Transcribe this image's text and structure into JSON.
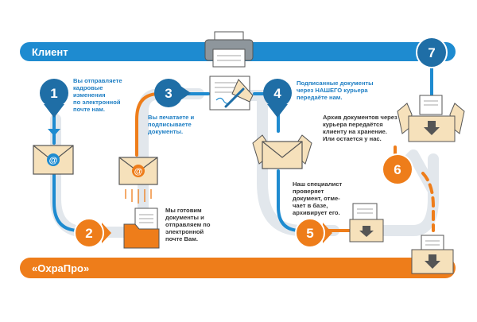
{
  "bars": {
    "client": {
      "label": "Клиент",
      "color": "#1e8bd0"
    },
    "company": {
      "label": "«ОхраПро»",
      "color": "#ee7d1a"
    }
  },
  "colors": {
    "blue": "#1e8bd0",
    "dark_blue": "#1f6ea6",
    "orange": "#ee7d1a",
    "gray_path": "#dde3e8",
    "envelope": "#f6e1bb"
  },
  "steps": [
    {
      "number": "1",
      "text": [
        "Вы отправляете",
        "кадровые",
        "изменения",
        "по электронной",
        "почте нам."
      ]
    },
    {
      "number": "2",
      "text": [
        "Мы готовим",
        "документы и",
        "отправляем по",
        "электронной",
        "почте Вам."
      ]
    },
    {
      "number": "3",
      "text": [
        "Вы печатаете и",
        "подписываете",
        "документы."
      ]
    },
    {
      "number": "4",
      "text": [
        "Подписанные документы",
        "через НАШЕГО курьера",
        "передаёте нам."
      ]
    },
    {
      "number": "5",
      "text": [
        "Наш специалист",
        "проверяет",
        "документ, отме-",
        "чает в базе,",
        "архивирует его."
      ]
    },
    {
      "number": "6",
      "text": []
    },
    {
      "number": "7",
      "text": [
        "Архив документов через",
        "курьера передаётся",
        "клиенту на хранение.",
        "Или остается у нас."
      ]
    }
  ],
  "icons": [
    "email-envelope-icon",
    "folder-icon",
    "printer-icon",
    "signing-hand-icon",
    "envelope-hands-icon",
    "archive-box-icon"
  ]
}
